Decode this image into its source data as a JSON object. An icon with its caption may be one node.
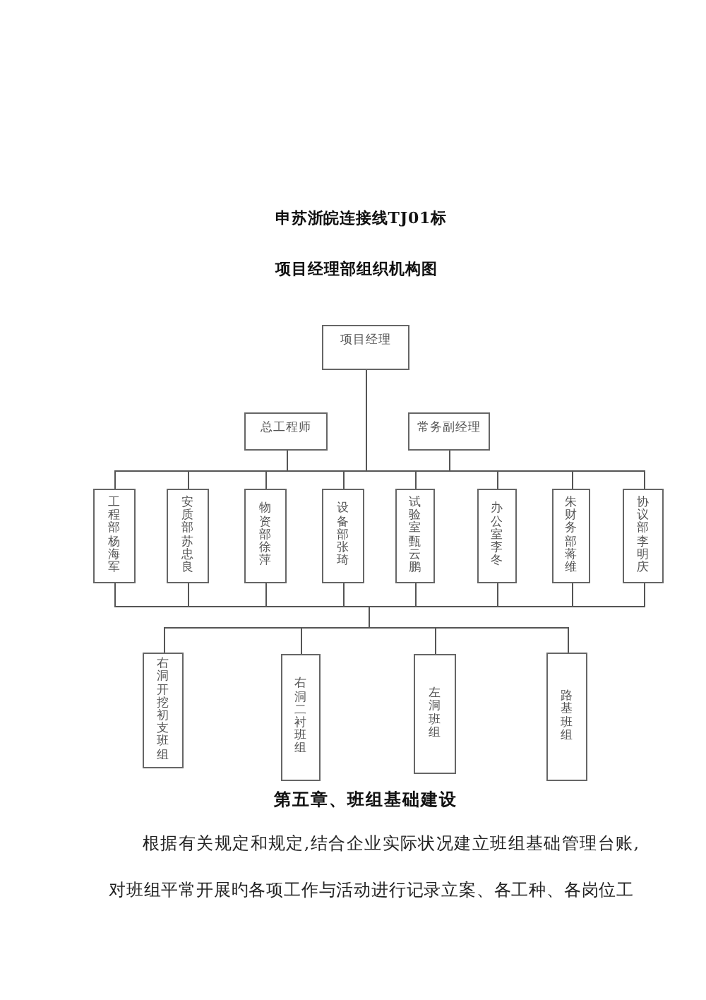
{
  "diagram": {
    "title": "项目经理部组织机构图",
    "nodes": [
      {
        "text": [
          "项目经理"
        ]
      },
      {
        "text": [
          "总工程师"
        ]
      },
      {
        "text": [
          "常务副经理"
        ]
      },
      {
        "text": [
          "工程部杨海军"
        ]
      },
      {
        "text": [
          "安质部苏忠良"
        ]
      },
      {
        "text": [
          "物资部徐萍"
        ]
      },
      {
        "text": [
          "设备部张琦"
        ]
      },
      {
        "text": [
          "试验室甄云鹏"
        ]
      },
      {
        "text": [
          "办公室李冬"
        ]
      },
      {
        "text": [
          "朱财务部蒋维"
        ]
      },
      {
        "text": [
          "协议部李明庆"
        ]
      },
      {
        "text": [
          "右洞开挖初支班组"
        ]
      },
      {
        "text": [
          "右洞二衬班组"
        ]
      },
      {
        "text": [
          "左洞班组"
        ]
      },
      {
        "text": [
          "路基班组"
        ]
      }
    ],
    "edges": [
      {
        "from": 0,
        "to": 1,
        "arrow": "none"
      },
      {
        "from": 0,
        "to": 2,
        "arrow": "none"
      },
      {
        "from": 0,
        "to": 3,
        "arrow": "none"
      },
      {
        "from": 0,
        "to": 4,
        "arrow": "none"
      },
      {
        "from": 0,
        "to": 5,
        "arrow": "none"
      },
      {
        "from": 0,
        "to": 6,
        "arrow": "none"
      },
      {
        "from": 0,
        "to": 7,
        "arrow": "none"
      },
      {
        "from": 0,
        "to": 8,
        "arrow": "none"
      },
      {
        "from": 0,
        "to": 9,
        "arrow": "none"
      },
      {
        "from": 0,
        "to": 10,
        "arrow": "none"
      },
      {
        "from": 3,
        "to": 11,
        "arrow": "none"
      },
      {
        "from": 3,
        "to": 12,
        "arrow": "none"
      },
      {
        "from": 3,
        "to": 13,
        "arrow": "none"
      },
      {
        "from": 3,
        "to": 14,
        "arrow": "none"
      },
      {
        "from": 4,
        "to": 11,
        "arrow": "none"
      },
      {
        "from": 4,
        "to": 12,
        "arrow": "none"
      },
      {
        "from": 4,
        "to": 13,
        "arrow": "none"
      },
      {
        "from": 4,
        "to": 14,
        "arrow": "none"
      },
      {
        "from": 5,
        "to": 11,
        "arrow": "none"
      },
      {
        "from": 5,
        "to": 12,
        "arrow": "none"
      },
      {
        "from": 5,
        "to": 13,
        "arrow": "none"
      },
      {
        "from": 5,
        "to": 14,
        "arrow": "none"
      },
      {
        "from": 6,
        "to": 11,
        "arrow": "none"
      },
      {
        "from": 6,
        "to": 12,
        "arrow": "none"
      },
      {
        "from": 6,
        "to": 13,
        "arrow": "none"
      },
      {
        "from": 6,
        "to": 14,
        "arrow": "none"
      },
      {
        "from": 7,
        "to": 11,
        "arrow": "none"
      },
      {
        "from": 7,
        "to": 12,
        "arrow": "none"
      },
      {
        "from": 7,
        "to": 13,
        "arrow": "none"
      },
      {
        "from": 7,
        "to": 14,
        "arrow": "none"
      },
      {
        "from": 8,
        "to": 11,
        "arrow": "none"
      },
      {
        "from": 8,
        "to": 12,
        "arrow": "none"
      },
      {
        "from": 8,
        "to": 13,
        "arrow": "none"
      },
      {
        "from": 8,
        "to": 14,
        "arrow": "none"
      },
      {
        "from": 9,
        "to": 11,
        "arrow": "none"
      },
      {
        "from": 9,
        "to": 12,
        "arrow": "none"
      },
      {
        "from": 9,
        "to": 13,
        "arrow": "none"
      },
      {
        "from": 9,
        "to": 14,
        "arrow": "none"
      },
      {
        "from": 10,
        "to": 11,
        "arrow": "none"
      },
      {
        "from": 10,
        "to": 12,
        "arrow": "none"
      },
      {
        "from": 10,
        "to": 13,
        "arrow": "none"
      },
      {
        "from": 10,
        "to": 14,
        "arrow": "none"
      }
    ],
    "labels": [
      "申苏浙皖连接线TJ01标",
      "第五章、班组基础建设",
      "根据有关规定和规定,结合企业实际状况建立班组基础管理台账,对班组平常开展旳各项工作与活动进行记录立案、各工种、各岗位工"
    ]
  }
}
